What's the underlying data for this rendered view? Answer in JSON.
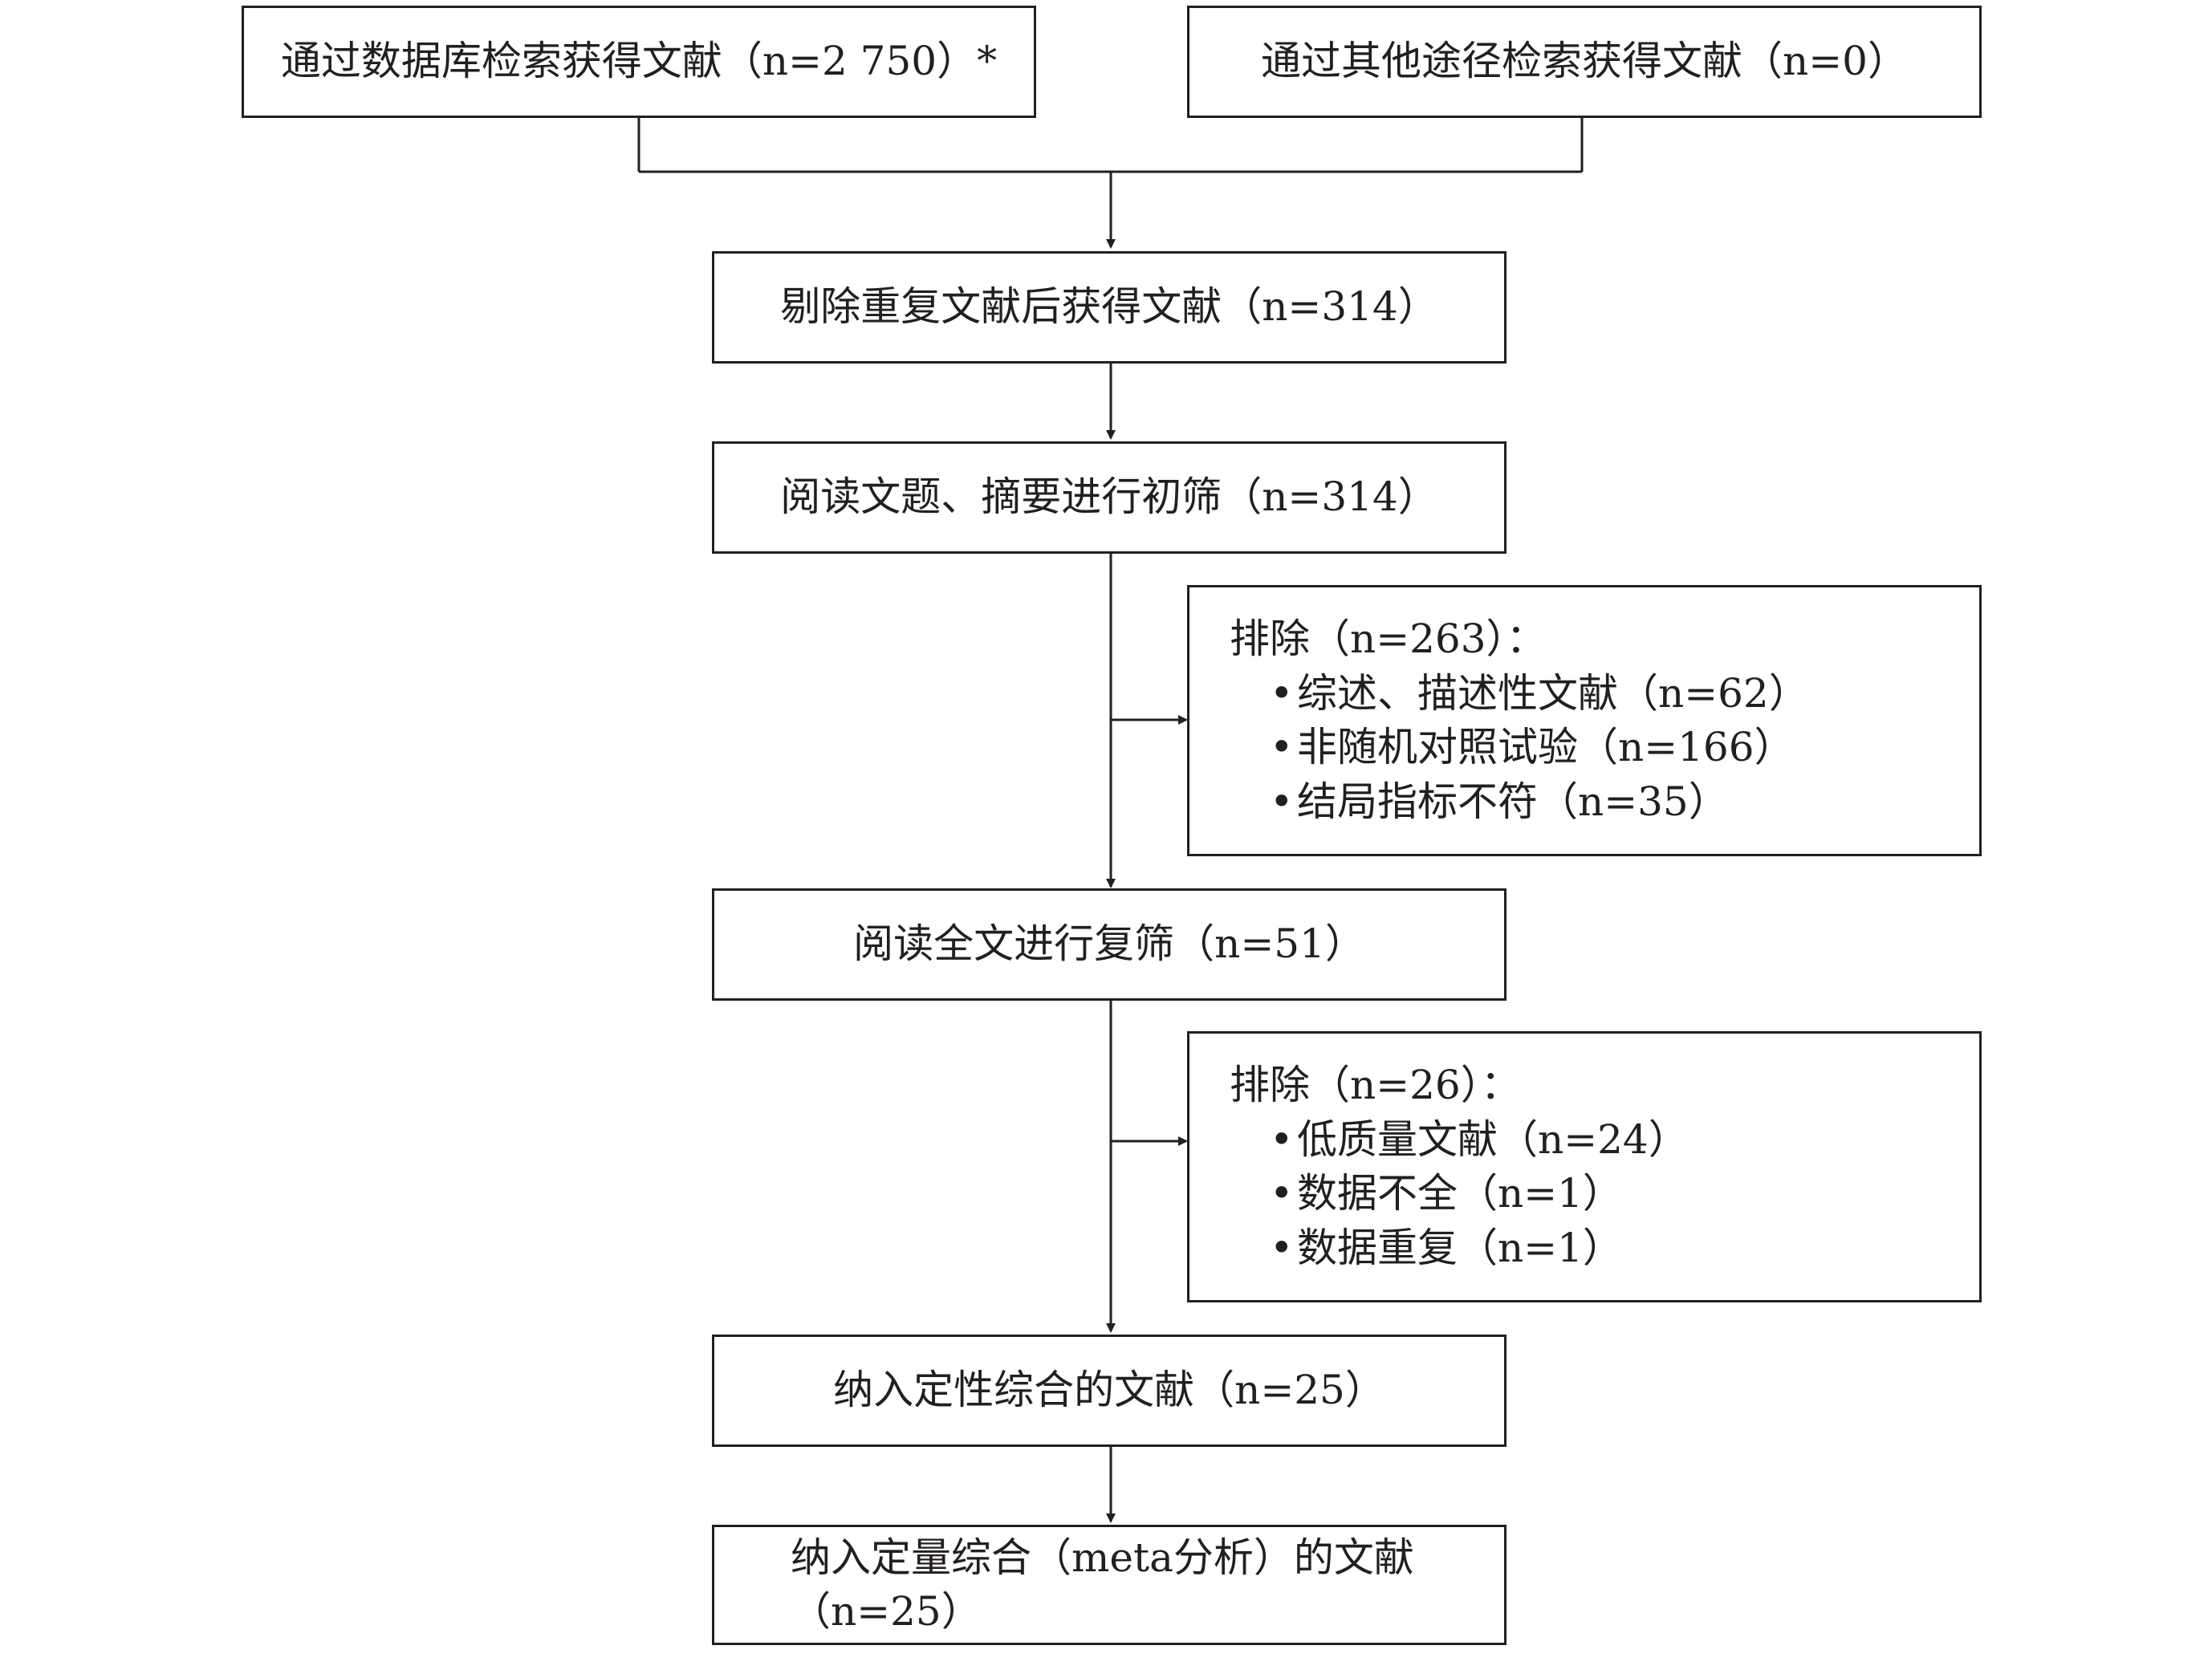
{
  "diagram": {
    "top_left_box": "通过数据库检索获得文献（n=2 750）*",
    "top_right_box": "通过其他途径检索获得文献（n=0）",
    "dedup_box": "剔除重复文献后获得文献（n=314）",
    "screen_title_box": "阅读文题、摘要进行初筛（n=314）",
    "exclusion1": {
      "header": "排除（n=263）：",
      "items": [
        "综述、描述性文献（n=62）",
        "非随机对照试验（n=166）",
        "结局指标不符（n=35）"
      ]
    },
    "fulltext_box": "阅读全文进行复筛（n=51）",
    "exclusion2": {
      "header": "排除（n=26）：",
      "items": [
        "低质量文献（n=24）",
        "数据不全（n=1）",
        "数据重复（n=1）"
      ]
    },
    "qualitative_box": "纳入定性综合的文献（n=25）",
    "quantitative_box": {
      "line1": "纳入定量综合（meta分析）的文献",
      "line2": "（n=25）"
    },
    "bullet": "•"
  }
}
